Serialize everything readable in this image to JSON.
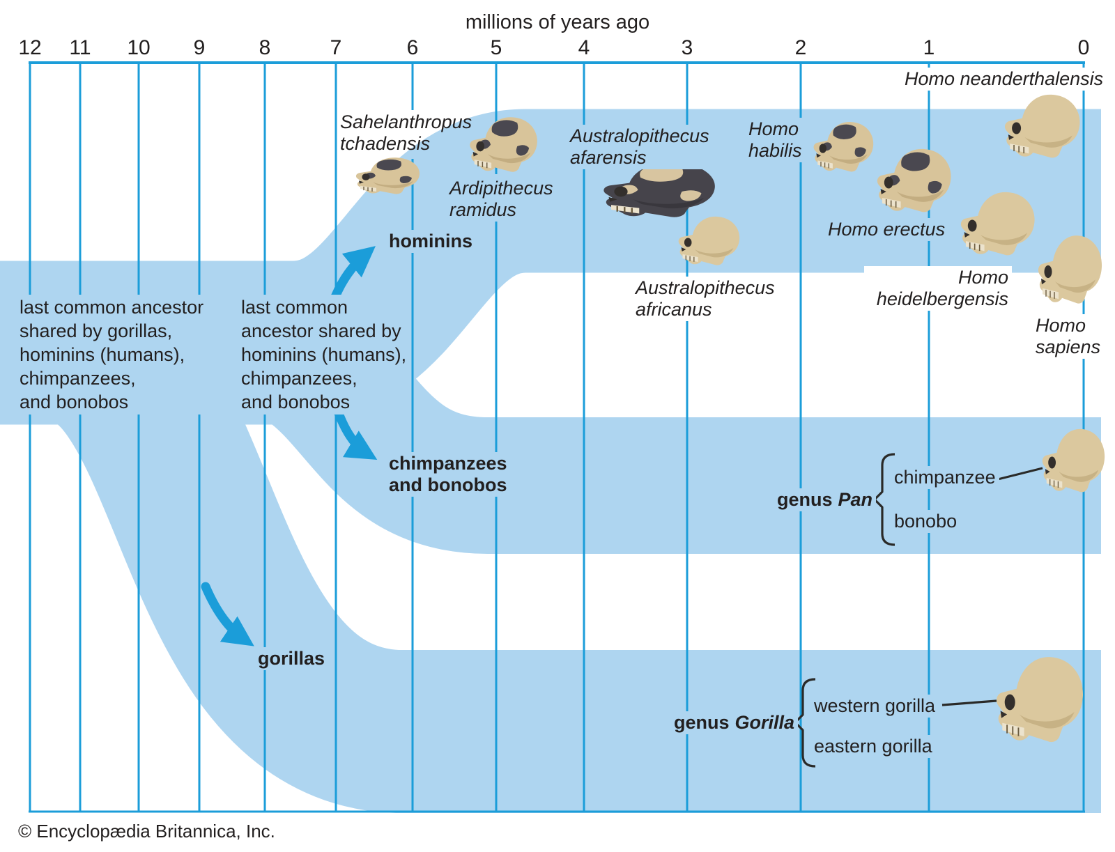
{
  "axis": {
    "title": "millions of years ago",
    "ticks": [
      "12",
      "11",
      "10",
      "9",
      "8",
      "7",
      "6",
      "5",
      "4",
      "3",
      "2",
      "1",
      "0"
    ]
  },
  "notes": [
    {
      "lines": [
        "last common ancestor",
        "shared by gorillas,",
        "hominins (humans),",
        "chimpanzees,",
        "and bonobos"
      ]
    },
    {
      "lines": [
        "last common",
        "ancestor shared by",
        "hominins (humans),",
        "chimpanzees,",
        "and bonobos"
      ]
    }
  ],
  "branches": [
    {
      "lines": [
        "hominins"
      ]
    },
    {
      "lines": [
        "chimpanzees",
        "and bonobos"
      ]
    },
    {
      "lines": [
        "gorillas"
      ]
    }
  ],
  "species": [
    {
      "lines": [
        "Sahelanthropus",
        "tchadensis"
      ]
    },
    {
      "lines": [
        "Ardipithecus",
        "ramidus"
      ]
    },
    {
      "lines": [
        "Australopithecus",
        "afarensis"
      ]
    },
    {
      "lines": [
        "Australopithecus",
        "africanus"
      ]
    },
    {
      "lines": [
        "Homo",
        "habilis"
      ]
    },
    {
      "lines": [
        "Homo erectus"
      ]
    },
    {
      "lines": [
        "Homo neanderthalensis"
      ]
    },
    {
      "lines": [
        "Homo",
        "heidelbergensis"
      ]
    },
    {
      "lines": [
        "Homo",
        "sapiens"
      ]
    }
  ],
  "genera": [
    {
      "prefix": "genus",
      "name": "Pan",
      "members": [
        "chimpanzee",
        "bonobo"
      ]
    },
    {
      "prefix": "genus",
      "name": "Gorilla",
      "members": [
        "western gorilla",
        "eastern gorilla"
      ]
    }
  ],
  "credit": "© Encyclopædia Britannica, Inc.",
  "colors": {
    "band": "#aed5f0",
    "line_blue": "#1b9dd9",
    "text": "#221f1f",
    "skull_tan": "#dbc89e",
    "skull_dark": "#4a4850"
  }
}
